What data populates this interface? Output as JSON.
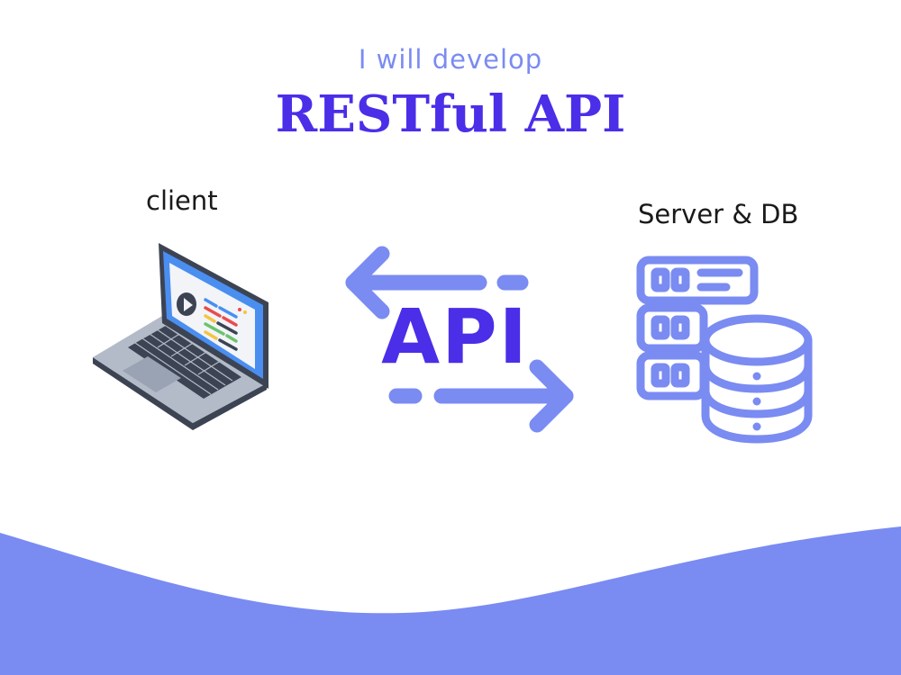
{
  "header": {
    "subtitle": "I will develop",
    "title": "RESTful API"
  },
  "diagram": {
    "client_label": "client",
    "server_label": "Server & DB",
    "api_label": "API"
  },
  "icons": {
    "client": "laptop-icon",
    "server": "server-rack-icon",
    "database": "database-icon",
    "exchange": "bidirectional-arrows-icon"
  },
  "colors": {
    "accent": "#4a2ee8",
    "secondary": "#7a8bf2",
    "wave": "#7a8bf2",
    "text": "#1a1a1a"
  }
}
